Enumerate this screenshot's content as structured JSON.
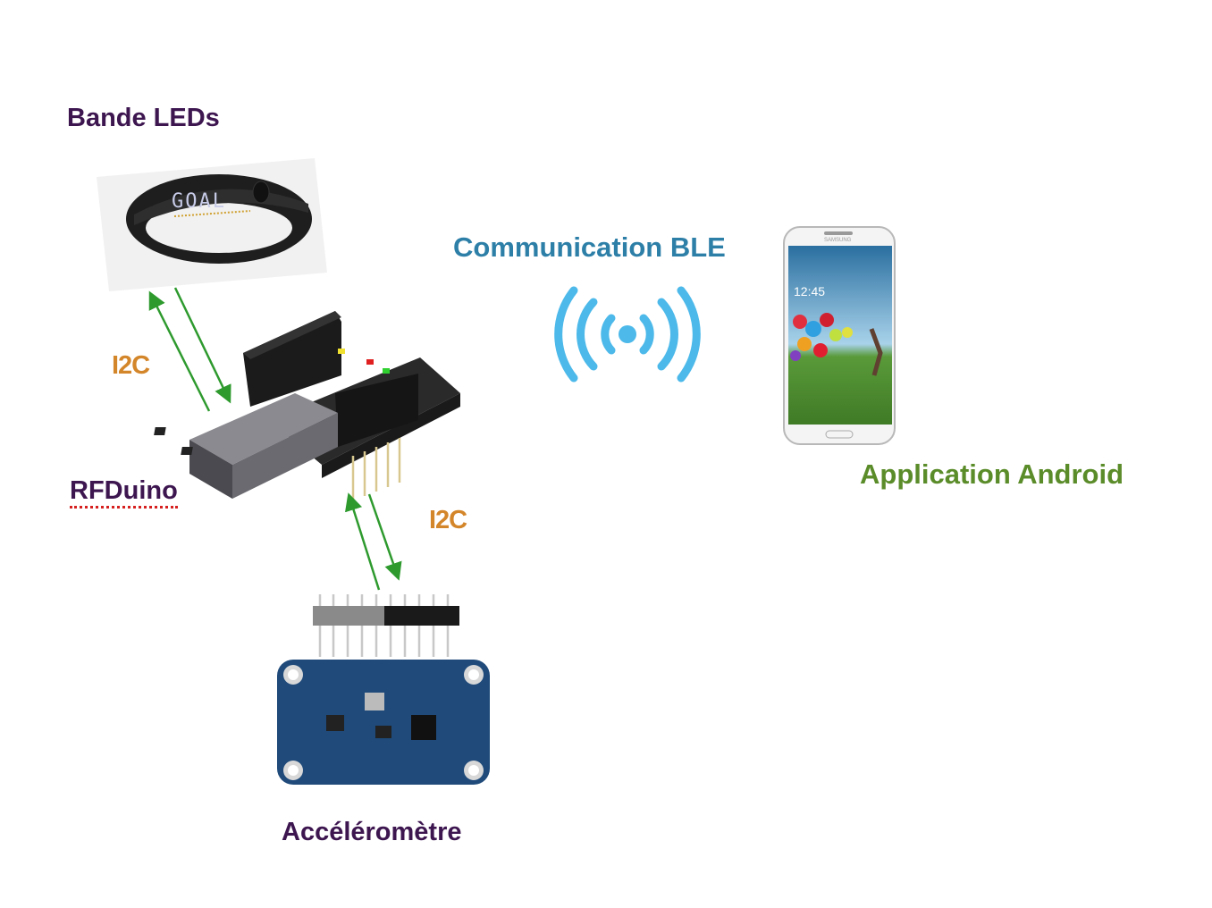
{
  "labels": {
    "led_band": "Bande LEDs",
    "i2c_top": "I2C",
    "rfduino": "RFDuino",
    "i2c_bottom": "I2C",
    "accelerometer": "Accéléromètre",
    "ble": "Communication BLE",
    "android": "Application Android"
  },
  "device_text": {
    "bracelet_display": "GOAL",
    "phone_time": "12:45",
    "phone_brand": "SAMSUNG"
  },
  "colors": {
    "title_purple": "#3d1650",
    "i2c_orange": "#d4862a",
    "ble_blue": "#2d7fa8",
    "android_green": "#5b8c2a",
    "arrow_green": "#2e9a2e",
    "signal_blue": "#4cb9ea"
  },
  "icons": [
    "wireless-signal-icon",
    "bidirectional-arrow-icon"
  ]
}
